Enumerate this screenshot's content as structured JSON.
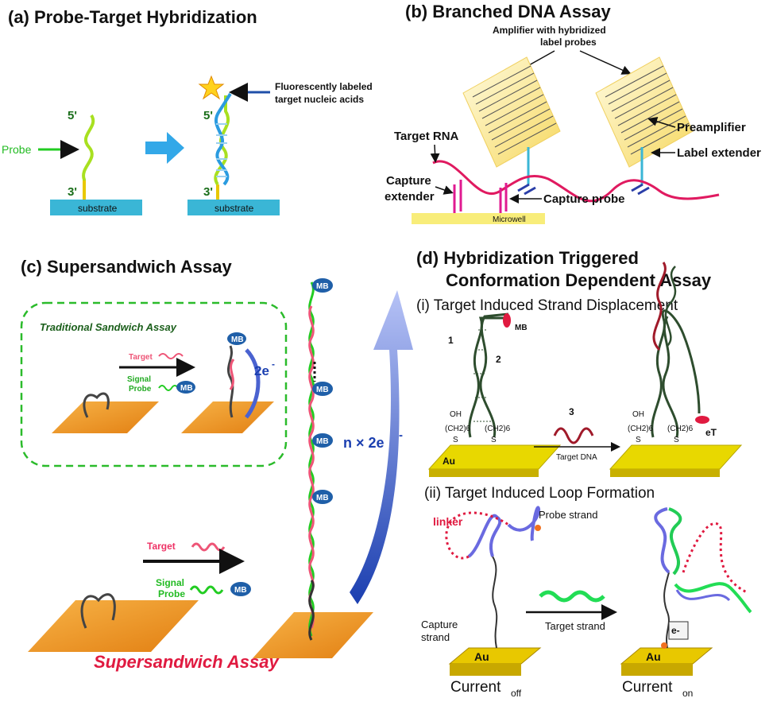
{
  "panel_a": {
    "title": "(a) Probe-Target Hybridization",
    "probe": "Probe",
    "five_prime": "5'",
    "three_prime": "3'",
    "substrate": "substrate",
    "fluor_label_1": "Fluorescently labeled",
    "fluor_label_2": "target nucleic acids"
  },
  "panel_b": {
    "title": "(b) Branched DNA Assay",
    "amplifier_1": "Amplifier  with hybridized",
    "amplifier_2": "label probes",
    "preamplifier": "Preamplifier",
    "target_rna": "Target RNA",
    "label_extender": "Label extender",
    "capture_extender_1": "Capture",
    "capture_extender_2": "extender",
    "capture_probe": "Capture probe",
    "microwell": "Microwell"
  },
  "panel_c": {
    "title": "(c) Supersandwich Assay",
    "traditional": "Traditional Sandwich Assay",
    "target": "Target",
    "signal": "Signal",
    "probe": "Probe",
    "mb": "MB",
    "two_e": "2e",
    "n_two_e": "n × 2e",
    "superscript_minus": "-",
    "footer": "Supersandwich Assay"
  },
  "panel_d": {
    "title_1": "(d) Hybridization Triggered",
    "title_2": "Conformation Dependent Assay",
    "sub_i": "(i) Target Induced Strand Displacement",
    "sub_ii": "(ii) Target Induced Loop Formation",
    "label_1": "1",
    "label_2": "2",
    "label_3": "3",
    "mb": "MB",
    "oh": "OH",
    "ch2_6": "(CH2)6",
    "s": "S",
    "au": "Au",
    "target_dna": "Target DNA",
    "et": "eT",
    "linker": "linker",
    "probe_strand": "Probe strand",
    "capture_strand_1": "Capture",
    "capture_strand_2": "strand",
    "target_strand": "Target strand",
    "current": "Current",
    "off": "off",
    "on": "on",
    "e_minus": "e-"
  },
  "colors": {
    "substrate_blue": "#3ab6d6",
    "gold": "#e8c800",
    "orange_surface": "#f0a030",
    "mb_blue": "#1f5fa8",
    "arrow_blue": "#2d6fd8",
    "strand_green": "#22cc22",
    "strand_pink": "#ee5577",
    "strand_red": "#e01a40",
    "dark_green": "#2e4d2e"
  }
}
